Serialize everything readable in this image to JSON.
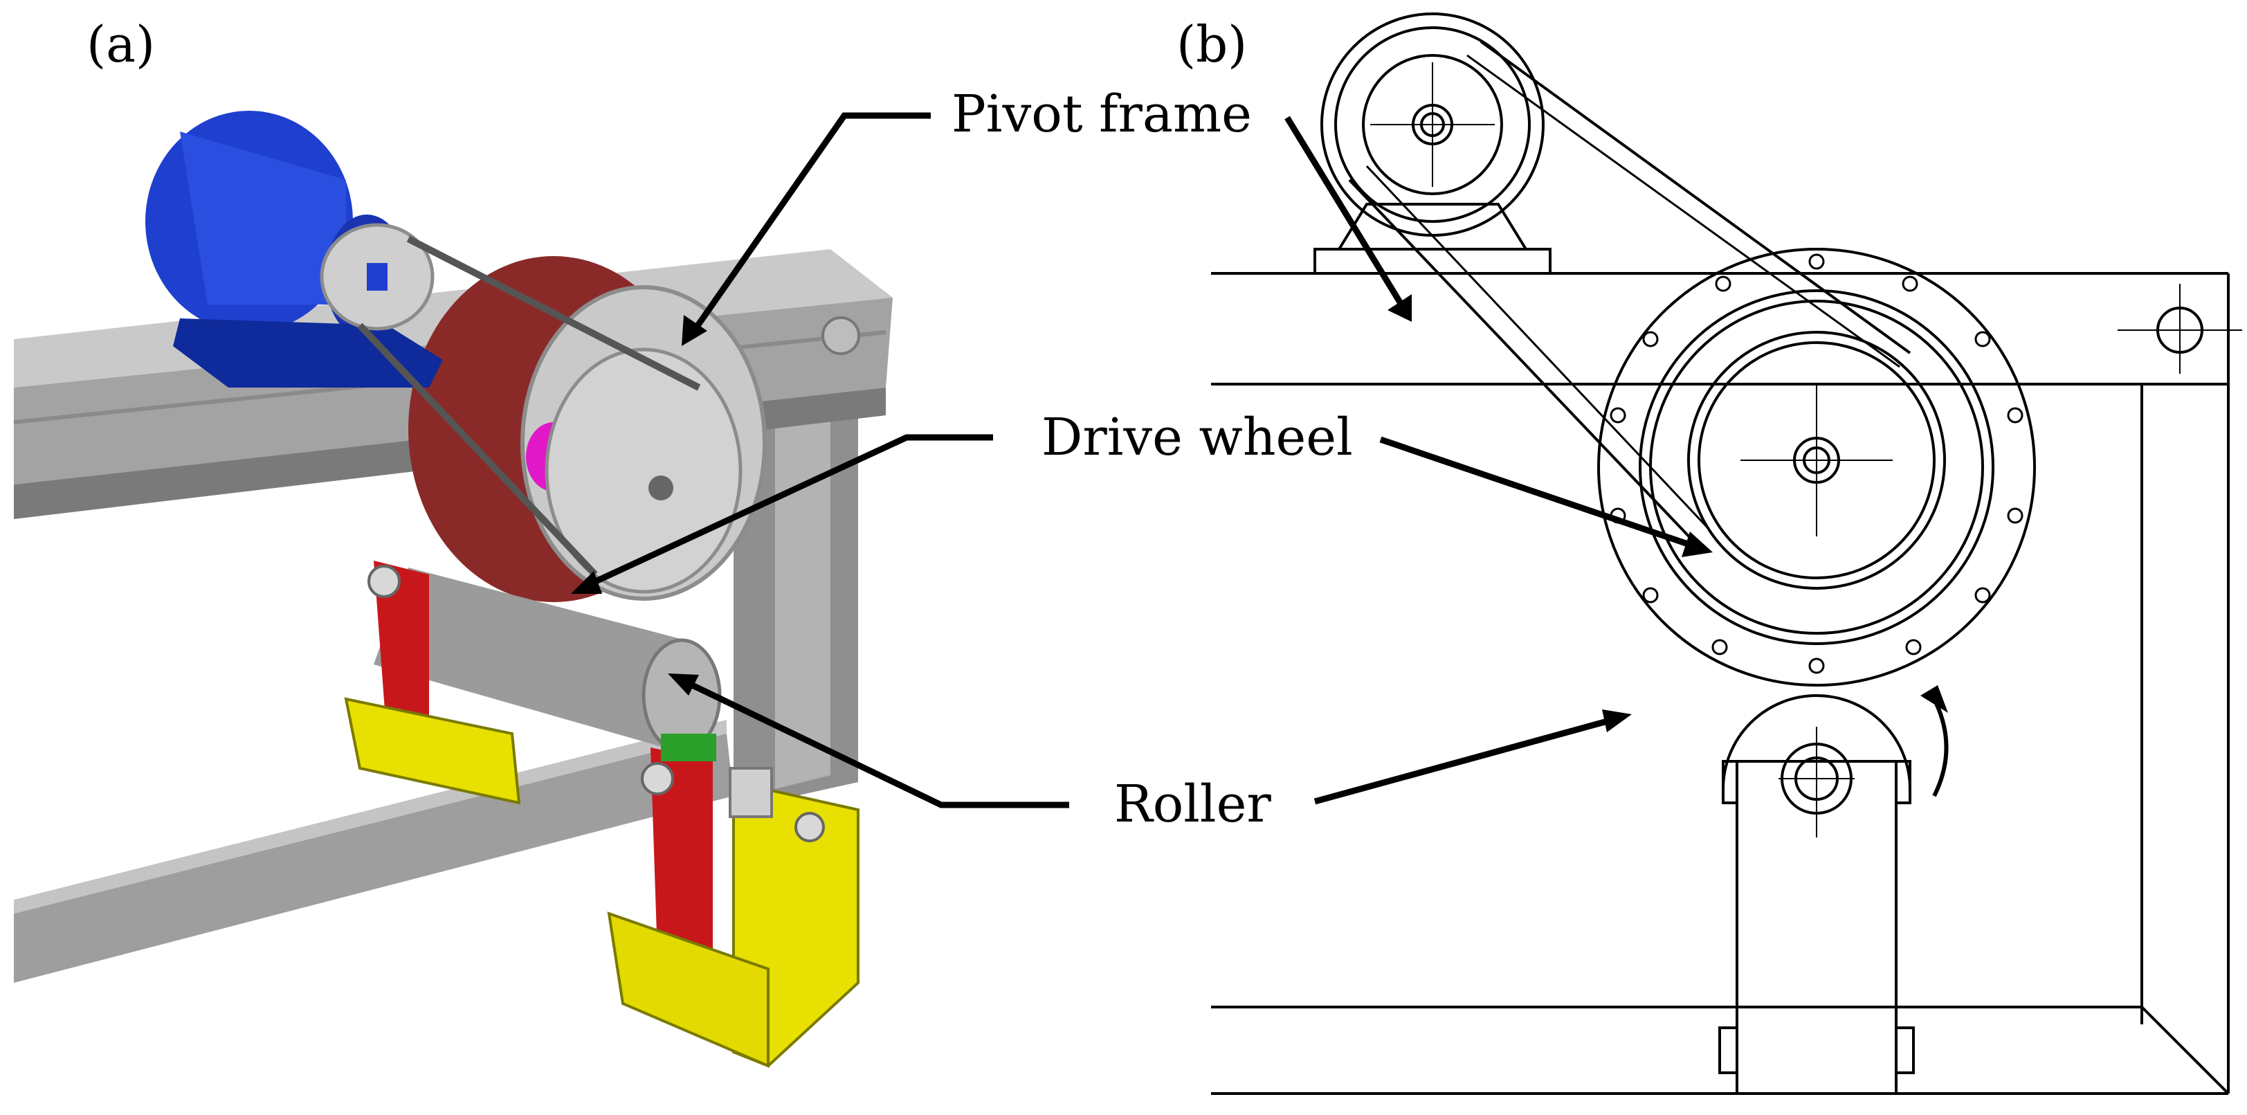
{
  "panels": {
    "a": {
      "tag": "(a)"
    },
    "b": {
      "tag": "(b)"
    }
  },
  "callouts": {
    "pivot_frame": "Pivot frame",
    "drive_wheel": "Drive wheel",
    "roller": "Roller"
  },
  "colors": {
    "motor": "#1f3fcf",
    "motor_dark": "#0f2a9a",
    "beam": "#9a9a9a",
    "beam_dark": "#6e6e6e",
    "beam_light": "#c8c8c8",
    "wheel_red": "#8a2a28",
    "wheel_face": "#c9c9c9",
    "roller_grey": "#9b9b9b",
    "bracket_red": "#c8171b",
    "bracket_yellow": "#e8e000",
    "bearing_green": "#2aa02a",
    "hub_magenta": "#e018c8",
    "line": "#000000"
  }
}
